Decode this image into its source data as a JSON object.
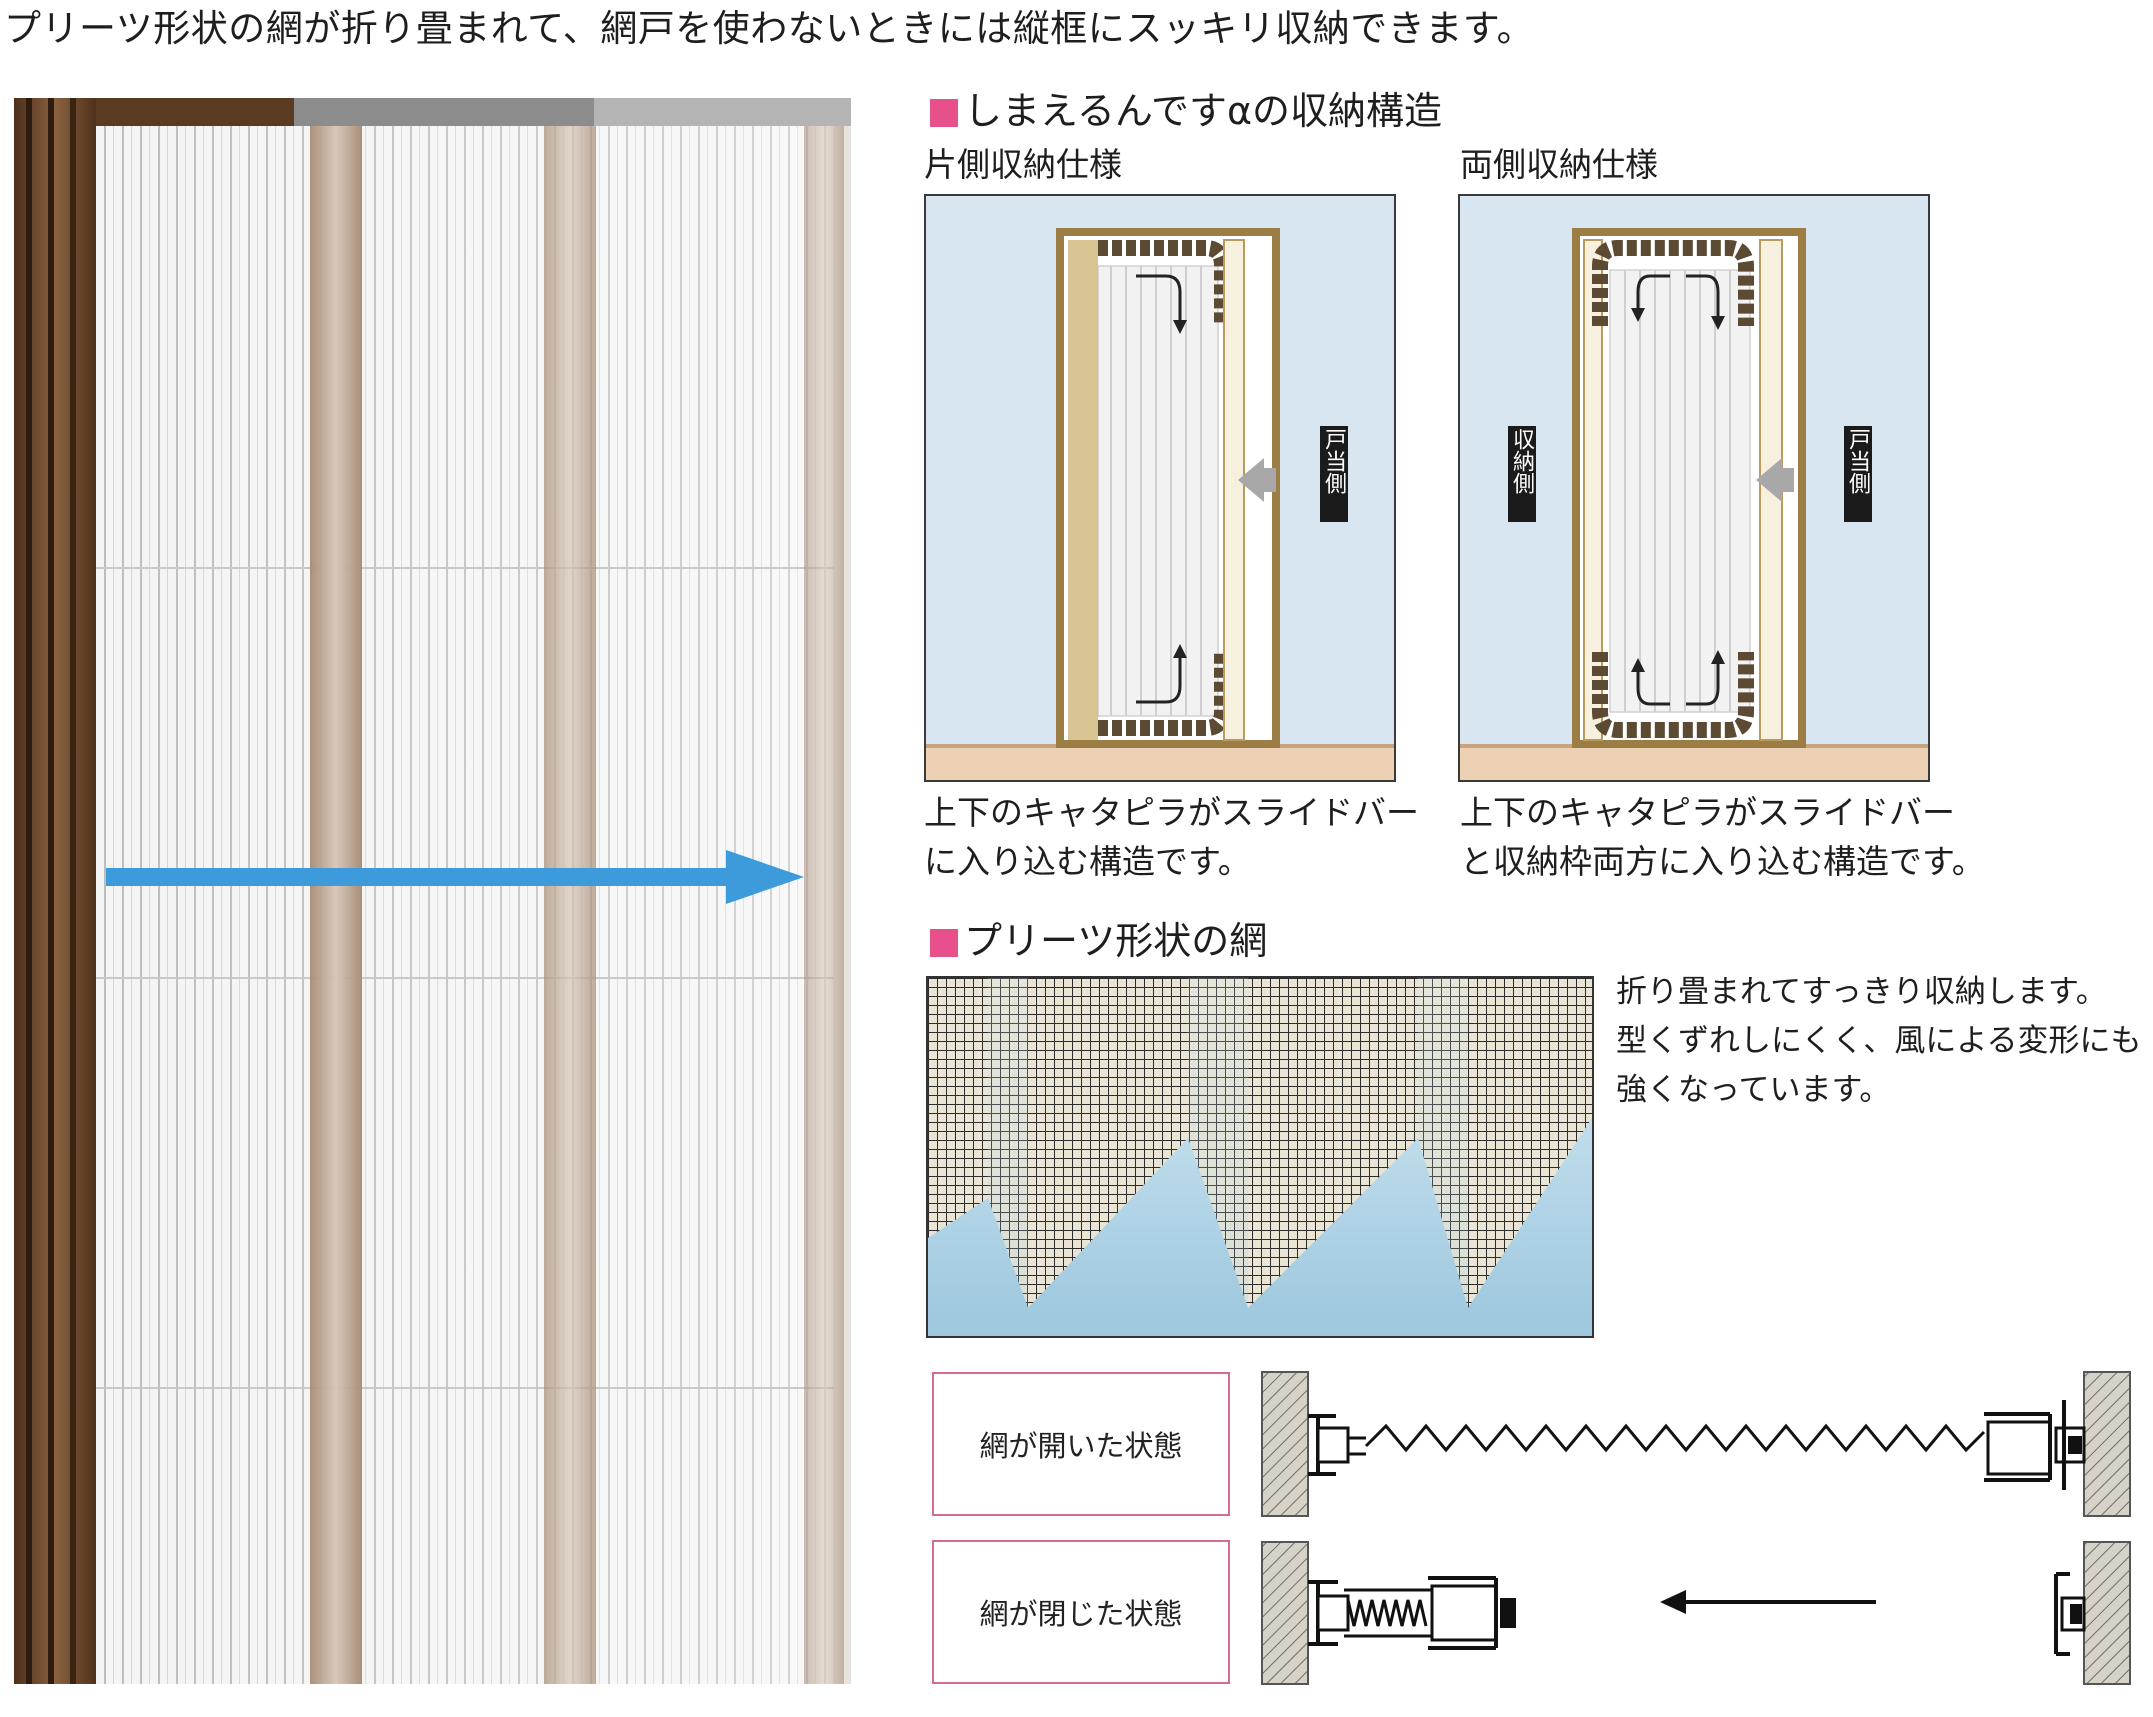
{
  "headline": "プリーツ形状の網が折り畳まれて、網戸を使わないときには縦框にスッキリ収納できます。",
  "section_storage": {
    "title": "しまえるんですαの収納構造",
    "one_side": {
      "label": "片側収納仕様",
      "tag_door_side": "戸当側",
      "caption_line1": "上下のキャタピラがスライドバー",
      "caption_line2": "に入り込む構造です。"
    },
    "both_side": {
      "label": "両側収納仕様",
      "tag_storage_side": "収納側",
      "tag_door_side": "戸当側",
      "caption_line1": "上下のキャタピラがスライドバー",
      "caption_line2": "と収納枠両方に入り込む構造です。"
    }
  },
  "section_pleat": {
    "title": "プリーツ形状の網",
    "text_line1": "折り畳まれてすっきり収納します。",
    "text_line2": "型くずれしにくく、風による変形にも",
    "text_line3": "強くなっています。"
  },
  "states": {
    "open_label": "網が開いた状態",
    "closed_label": "網が閉じた状態"
  },
  "colors": {
    "accent_pink": "#e8508c",
    "arrow_blue": "#3d9bdc",
    "frame_brown": "#6e4a2c",
    "sky_blue": "#d7e6f1"
  }
}
